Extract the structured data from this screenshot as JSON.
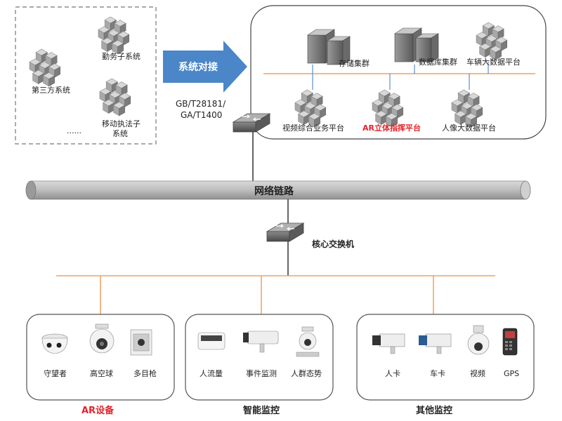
{
  "left_box": {
    "items": [
      {
        "label": "勤务子系统"
      },
      {
        "label": "第三方系统"
      },
      {
        "label": "移动执法子",
        "label2": "系统"
      },
      {
        "label": "......"
      }
    ]
  },
  "arrow": {
    "label": "系统对接",
    "protocol_line1": "GB/T28181/",
    "protocol_line2": "GA/T1400",
    "color": "#4a86c8"
  },
  "platform": {
    "top_row": [
      {
        "label": "存储集群",
        "icon": "server-cluster-icon"
      },
      {
        "label": "数据库集群",
        "icon": "server-cluster-icon"
      },
      {
        "label": "车辆大数据平台",
        "icon": "cube-cluster-icon"
      }
    ],
    "bottom_row": [
      {
        "label": "视频综合业务平台",
        "highlight": false
      },
      {
        "label": "AR立体指挥平台",
        "highlight": true
      },
      {
        "label": "人像大数据平台",
        "highlight": false
      }
    ],
    "line_color": "#f0a060"
  },
  "network": {
    "label": "网络链路",
    "core_switch_label": "核心交换机"
  },
  "groups": [
    {
      "title": "AR设备",
      "title_color": "#e3242b",
      "devices": [
        {
          "label": "守望者",
          "icon": "panoramic-camera-icon"
        },
        {
          "label": "高空球",
          "icon": "dome-camera-icon"
        },
        {
          "label": "多目枪",
          "icon": "multi-lens-camera-icon"
        }
      ]
    },
    {
      "title": "智能监控",
      "title_color": "#222222",
      "devices": [
        {
          "label": "人流量",
          "icon": "box-camera-icon"
        },
        {
          "label": "事件监测",
          "icon": "bullet-camera-icon"
        },
        {
          "label": "人群态势",
          "icon": "ptz-camera-icon"
        }
      ]
    },
    {
      "title": "其他监控",
      "title_color": "#222222",
      "devices": [
        {
          "label": "人卡",
          "icon": "gun-camera-icon"
        },
        {
          "label": "车卡",
          "icon": "gun-camera-icon"
        },
        {
          "label": "视频",
          "icon": "speed-dome-icon"
        },
        {
          "label": "GPS",
          "icon": "gps-device-icon"
        }
      ]
    }
  ]
}
